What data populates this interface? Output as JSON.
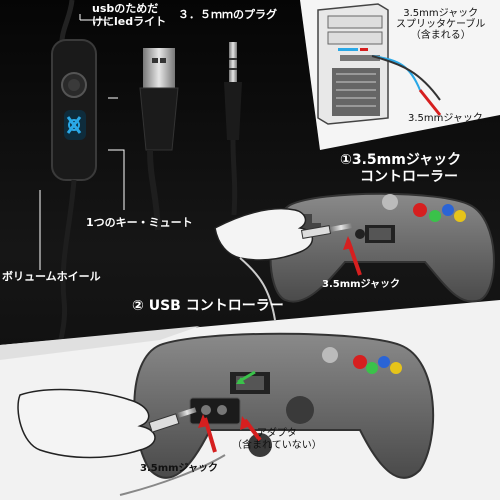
{
  "labels": {
    "usb_light": [
      "usbのためだ",
      "けにledライト"
    ],
    "plug_35": "３．５ｍｍのプラグ",
    "splitter": [
      "3.5mmジャック",
      "スプリッタケーブル",
      "（含まれる）"
    ],
    "jack_pc": "3.5mmジャック",
    "section1": [
      "①3.5mmジャック",
      "コントローラー"
    ],
    "mute_key": "1つのキー・ミュート",
    "jack_ctrl1": "3.5mmジャック",
    "volume_wheel": "ボリュームホイール",
    "section2": "② USB コントローラー",
    "adapter": [
      "アダプタ",
      "（含まれていない）"
    ],
    "jack_ctrl2": "3.5mmジャック"
  },
  "colors": {
    "background_dark": "#0b0b0b",
    "led_blue": "#2aa8e6",
    "controller_gray": "#6a6a6a",
    "arrow_red": "#d61f1f"
  },
  "icons": [
    "headset-remote-icon",
    "usb-plug-icon",
    "audio-plug-icon",
    "pc-tower-icon",
    "controller-icon",
    "hand-icon",
    "arrow-icon"
  ]
}
